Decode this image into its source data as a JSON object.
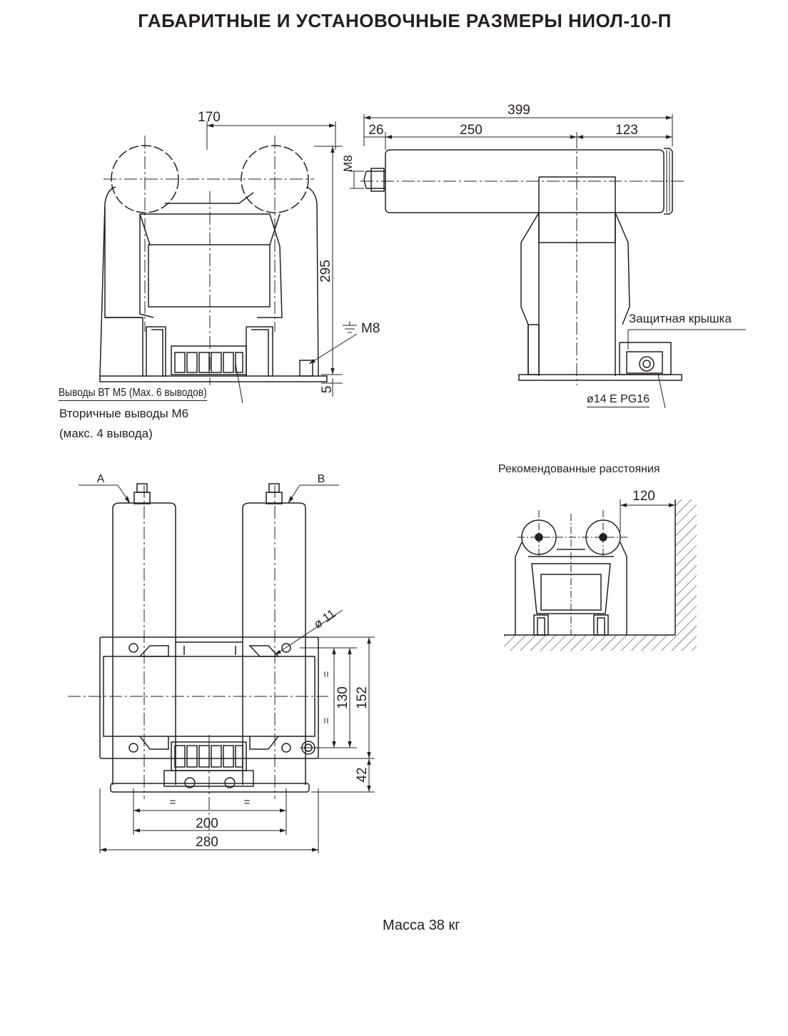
{
  "title": "ГАБАРИТНЫЕ И УСТАНОВОЧНЫЕ РАЗМЕРЫ НИОЛ-10-П",
  "front_view": {
    "dim_width": "170",
    "dim_height": "295",
    "dim_base": "5",
    "ground_label": "M8",
    "label_bt": "Выводы ВТ М5 (Max. 6 выводов)",
    "label_secondary": "Вторичные выводы М6",
    "label_secondary_note": "(макс. 4 вывода)"
  },
  "side_view": {
    "dim_total": "399",
    "dim_a": "26",
    "dim_b": "250",
    "dim_c": "123",
    "label_m8": "M8",
    "label_cover": "Защитная крышка",
    "label_gland": "ø14 E PG16"
  },
  "top_view": {
    "label_a": "A",
    "label_b": "B",
    "dim_hole": "ø 11",
    "dim_130": "130",
    "dim_152": "152",
    "dim_42": "42",
    "dim_200": "200",
    "dim_280": "280",
    "eq": "="
  },
  "clearance": {
    "title": "Рекомендованные расстояния",
    "dim": "120"
  },
  "mass": "Масса 38 кг"
}
